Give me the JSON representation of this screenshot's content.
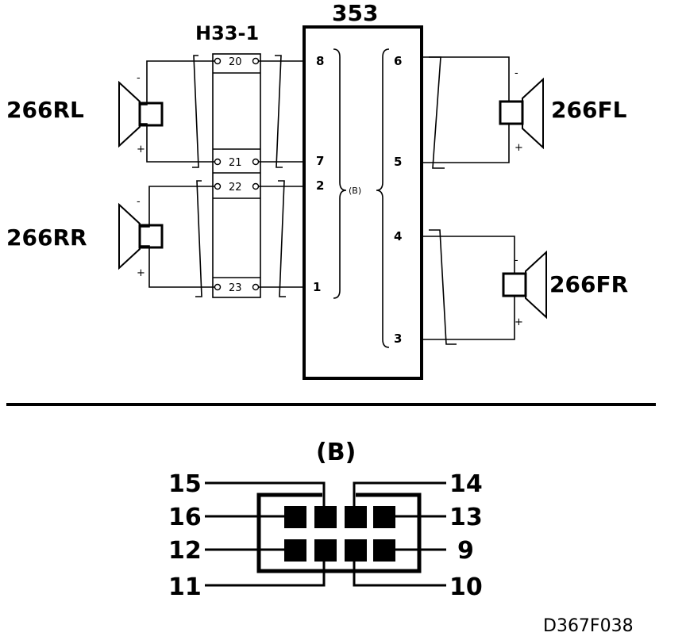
{
  "title": "",
  "unit": {
    "label": "353",
    "left_pins": [
      "8",
      "7",
      "2",
      "1"
    ],
    "right_pins": [
      "6",
      "5",
      "4",
      "3"
    ],
    "group_label": "(B)"
  },
  "junction": {
    "label": "H33-1",
    "terminals": [
      "20",
      "21",
      "22",
      "23"
    ]
  },
  "speakers": {
    "rl": {
      "label": "266RL",
      "minus": "-",
      "plus": "+"
    },
    "rr": {
      "label": "266RR",
      "minus": "-",
      "plus": "+"
    },
    "fl": {
      "label": "266FL",
      "minus": "-",
      "plus": "+"
    },
    "fr": {
      "label": "266FR",
      "minus": "-",
      "plus": "+"
    }
  },
  "connector": {
    "label": "(B)",
    "top_left": [
      "15",
      "16",
      "12",
      "11"
    ],
    "top_right": [
      "14",
      "13",
      "9",
      "10"
    ]
  },
  "figure_code": "D367F038"
}
